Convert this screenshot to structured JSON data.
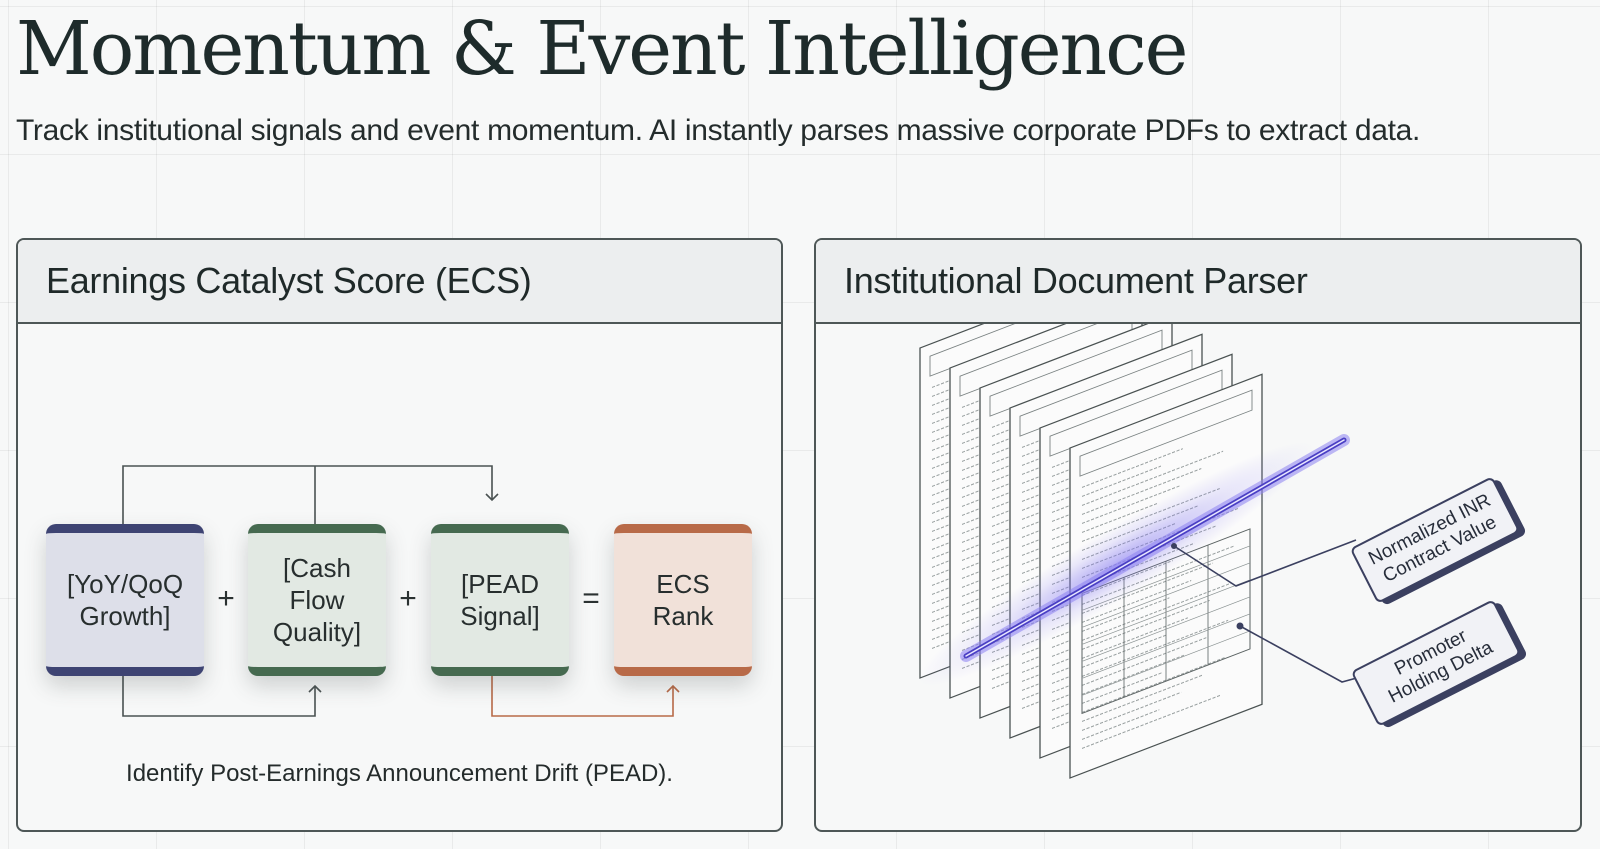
{
  "header": {
    "title": "Momentum & Event Intelligence",
    "subtitle": "Track institutional signals and event momentum. AI instantly parses massive corporate PDFs to extract data."
  },
  "ecs_panel": {
    "title": "Earnings Catalyst Score (ECS)",
    "nodes": [
      {
        "label": "[YoY/QoQ\nGrowth]",
        "color": "#3e4473"
      },
      {
        "label": "[Cash\nFlow\nQuality]",
        "color": "#466a50"
      },
      {
        "label": "[PEAD\nSignal]",
        "color": "#466a50"
      },
      {
        "label": "ECS\nRank",
        "color": "#b86a48"
      }
    ],
    "operators": [
      "+",
      "+",
      "="
    ],
    "caption": "Identify Post-Earnings Announcement Drift (PEAD)."
  },
  "parser_panel": {
    "title": "Institutional Document Parser",
    "outputs": [
      {
        "label": "Normalized INR\nContract Value"
      },
      {
        "label": "Promoter\nHolding Delta"
      }
    ],
    "beam_color": "#6a5ce6",
    "tag_color": "#3b4060"
  }
}
